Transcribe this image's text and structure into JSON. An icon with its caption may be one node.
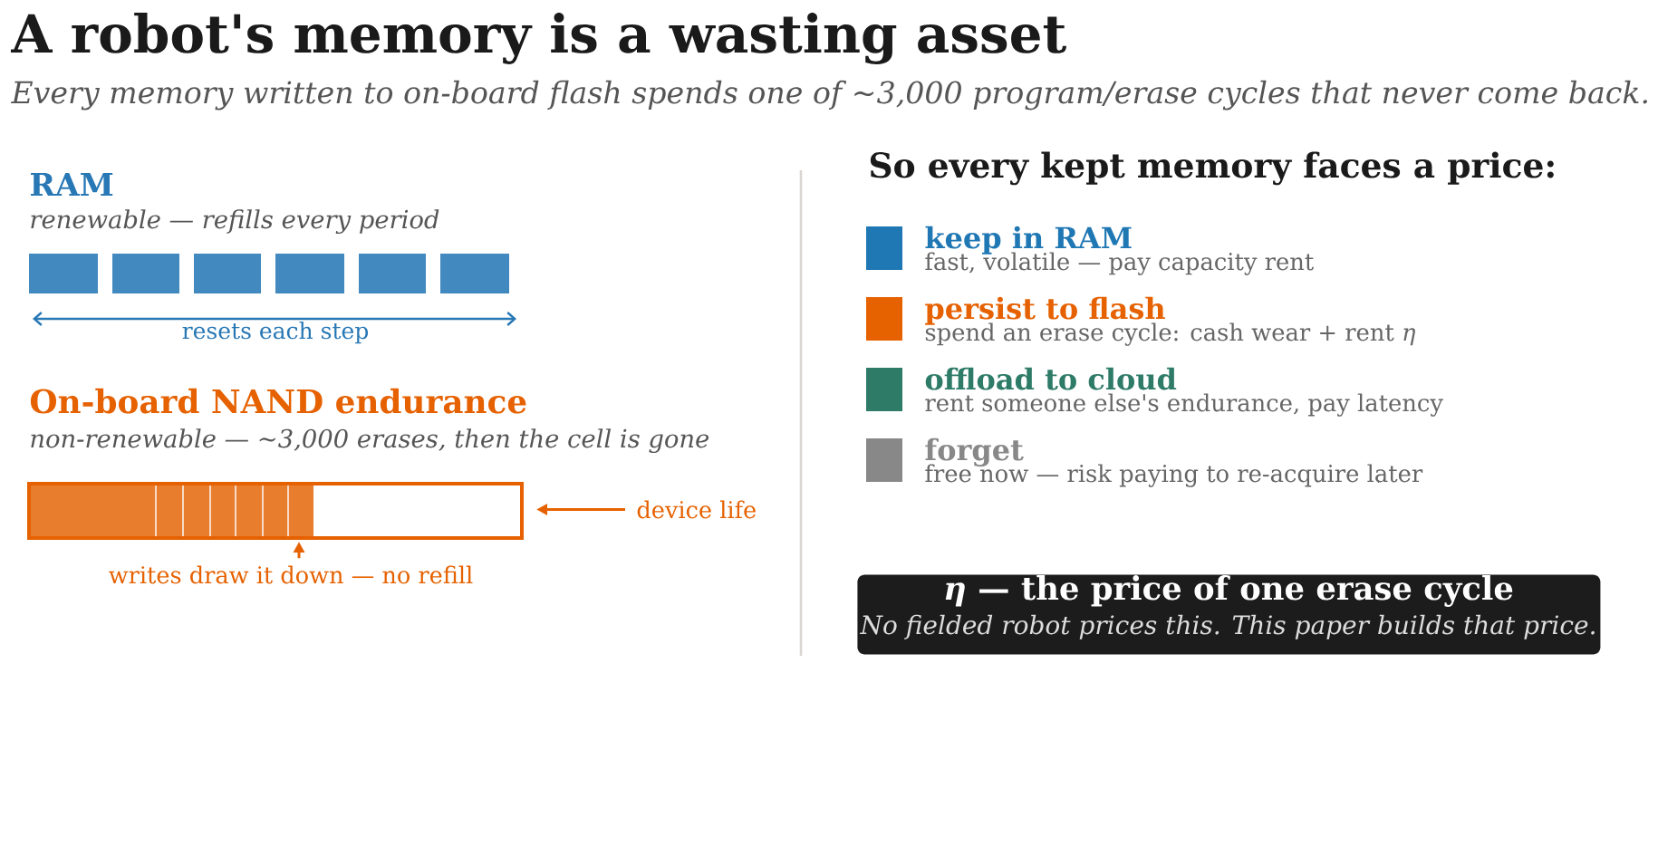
{
  "diagram": {
    "title": "A robot's memory is a wasting asset",
    "nodes": [
      {
        "text": [],
        "shape": "bar"
      },
      {
        "text": [
          "device life"
        ]
      },
      {
        "text": [
          "writes draw it down — no refill"
        ]
      },
      {
        "text": [
          "*η* — the price of one erase cycle",
          "No fielded robot prices this. This paper builds that price."
        ]
      }
    ],
    "edges": [
      {
        "from": 1,
        "to": 0,
        "arrow": "to"
      },
      {
        "from": 2,
        "to": 0,
        "arrow": "to"
      }
    ],
    "labels": [
      "Every memory written to on-board flash spends one of ~3,000 program/erase cycles that never come back.",
      "RAM",
      "renewable — refills every period",
      "resets each step",
      "On-board NAND endurance",
      "non-renewable — ~3,000 erases, then the cell is gone",
      "So every kept memory faces a price:",
      "fast, volatile — pay capacity rent",
      "spend an erase cycle: cash wear + rent *η*",
      "rent someone else's endurance, pay latency",
      "free now — risk paying to re-acquire later"
    ],
    "legend": [
      {
        "text": "keep in RAM",
        "color": "#1f77b4"
      },
      {
        "text": "persist to flash",
        "color": "#e66100"
      },
      {
        "text": "offload to cloud",
        "color": "#2e7b68"
      },
      {
        "text": "forget",
        "color": "#888888"
      }
    ]
  }
}
